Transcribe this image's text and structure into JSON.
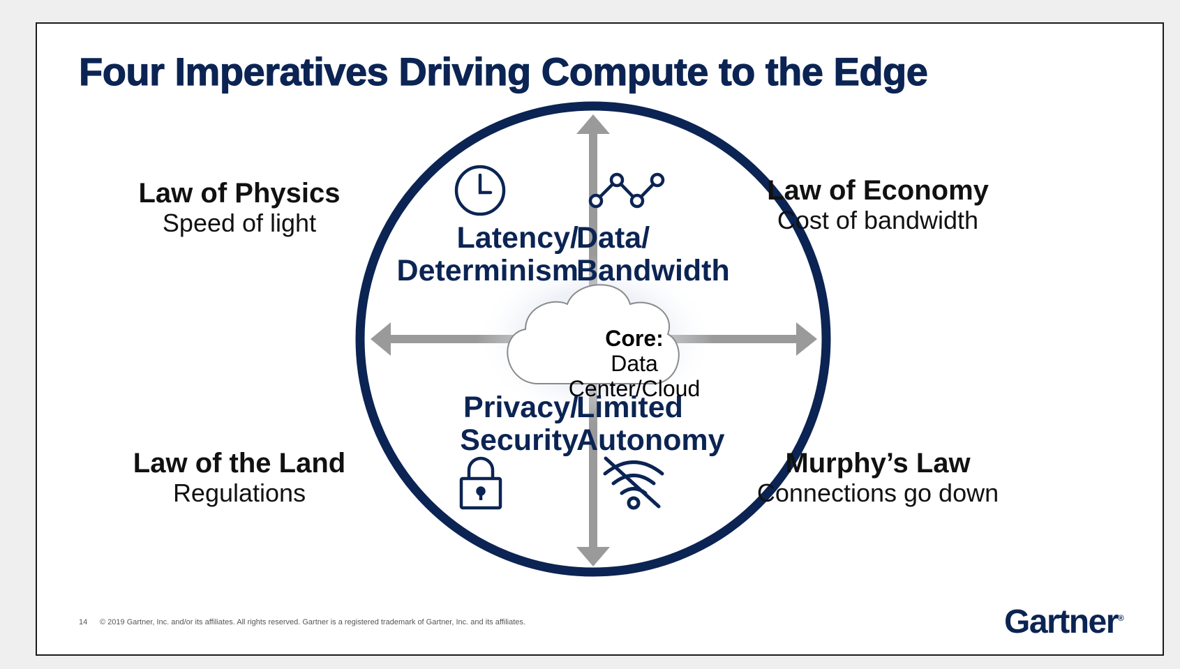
{
  "slide": {
    "title": "Four Imperatives Driving Compute to the Edge",
    "laws": [
      {
        "heading": "Law of Physics",
        "sub": "Speed of light"
      },
      {
        "heading": "Law of Economy",
        "sub": "Cost of bandwidth"
      },
      {
        "heading": "Law of the Land",
        "sub": "Regulations"
      },
      {
        "heading": "Murphy’s Law",
        "sub": "Connections go down"
      }
    ],
    "quadrants": [
      {
        "line1": "Latency/",
        "line2": "Determinism",
        "icon": "clock-icon"
      },
      {
        "line1": "Data/",
        "line2": "Bandwidth",
        "icon": "line-graph-icon"
      },
      {
        "line1": "Privacy/",
        "line2": "Security",
        "icon": "padlock-icon"
      },
      {
        "line1": "Limited",
        "line2": "Autonomy",
        "icon": "wifi-off-icon"
      }
    ],
    "core": {
      "title": "Core:",
      "line1": "Data",
      "line2": "Center/Cloud"
    },
    "footer": {
      "page_number": "14",
      "copyright": "© 2019 Gartner, Inc. and/or its affiliates. All rights reserved. Gartner is a registered trademark of Gartner, Inc. and its affiliates."
    },
    "logo": {
      "text": "Gartner",
      "mark": "®"
    },
    "colors": {
      "navy": "#0b2453",
      "arrow_gray": "#9a9a9a"
    }
  }
}
